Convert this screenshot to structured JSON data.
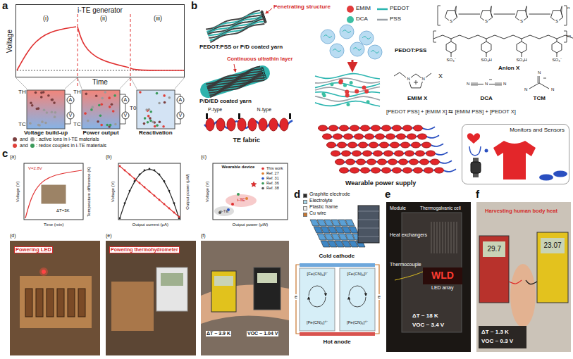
{
  "diagram": {
    "nodes": [
      {
        "text": [
          "i-TE generator"
        ]
      },
      {
        "text": [
          "Monitors and Sensors"
        ]
      }
    ],
    "labels": [
      "a",
      "(i)",
      "(ii)",
      "(iii)",
      "Voltage",
      "Time",
      "TH",
      "TC",
      "TH",
      "TC",
      "T0",
      "A",
      "V",
      "A",
      "V",
      "A",
      "V",
      "Voltage build-up",
      "Power output",
      "Reactivation",
      "and",
      "and",
      "b",
      "Penetrating structure",
      "PEDOT:PSS or P/D coated yarn",
      "Continuous ultrathin layer",
      "P/D/ED coated yarn",
      "P-type",
      "N-type",
      "TE fabric",
      "PEDOT:PSS",
      "S",
      "S",
      "S",
      "S",
      "SO₃⁻",
      "SO₃H",
      "SO₃H",
      "SO₃⁻",
      "n",
      "m",
      "N",
      "N",
      "X",
      "EMIM X",
      "Anion X",
      "DCA",
      "TCM",
      "N",
      "N",
      "N",
      "N",
      "N",
      "N",
      "[PEDOT PSS] + [EMIM X] ⇆ [EMIM PSS] + [PEDOT X]",
      "Wearable power supply",
      "c",
      "(a)",
      "Voltage (V)",
      "Temperature difference (K)",
      "Time (min)",
      "V=2.8V",
      "ΔT=3K",
      "(b)",
      "Voltage (V)",
      "Output power (μW)",
      "Output current (μA)",
      "(c)",
      "Wearable device",
      "Voltage (V)",
      "Output power (μW)",
      "This work",
      "Ref. 27",
      "Ref. 31",
      "Ref. 36",
      "Ref. 38",
      "i-TE",
      "p-TE",
      "(d)",
      "Powering LED",
      "(e)",
      "Powering thermohydrometer",
      "(f)",
      "ΔT ~ 3.9 K",
      "VOC ~ 1.04 V",
      "d",
      "Cold cathode",
      "[Fe(CN)₆]³⁻",
      "[Fe(CN)₆]⁴⁻",
      "[Fe(CN)₆]³⁻",
      "[Fe(CN)₆]⁴⁻",
      "e",
      "e",
      "Hot anode",
      "e",
      "Module",
      "Thermogalvanic cell",
      "Heat exchangers",
      "Thermocouple",
      "WLD",
      "LED array",
      "ΔT ~ 18 K",
      "VOC ~ 3.4 V",
      "f",
      "Harvesting human body heat",
      "29.7",
      "23.07",
      "ΔT ~ 1.3 K",
      "VOC ~ 0.3 V"
    ],
    "legend": [
      {
        "text": ": active ions in i-TE materials",
        "color": "#7b3f3f"
      },
      {
        "text": ": redox couples in i-TE materials",
        "color": "#e0403a"
      },
      {
        "text": "EMIM",
        "color": "#e23b3b"
      },
      {
        "text": "DCA",
        "color": "#3cbfa3"
      },
      {
        "text": "PEDOT"
      },
      {
        "text": "PSS"
      },
      {
        "text": "Graphite electrode",
        "color": "#2b2b2b"
      },
      {
        "text": "Electrolyte",
        "color": "#a8d8ea"
      },
      {
        "text": "Plastic frame",
        "color": "#f0f0f0"
      },
      {
        "text": "Cu wire",
        "color": "#c8762e"
      }
    ]
  }
}
